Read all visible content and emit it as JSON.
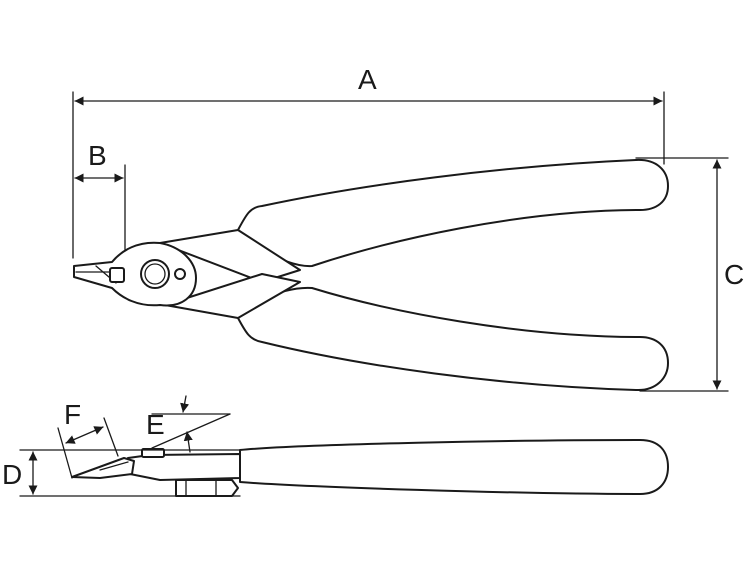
{
  "dimension_labels": {
    "a": "A",
    "b": "B",
    "c": "C",
    "d": "D",
    "e": "E",
    "f": "F"
  },
  "colors": {
    "stroke": "#1a1a1a",
    "background": "#ffffff"
  }
}
